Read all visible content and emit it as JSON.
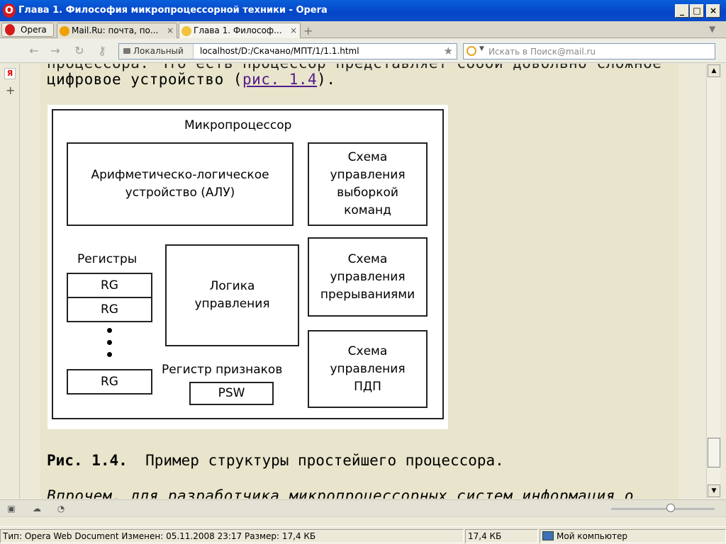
{
  "window": {
    "title": "Глава 1. Философия микропроцессорной техники - Opera",
    "controls": [
      "_",
      "□",
      "×"
    ]
  },
  "tabs": {
    "menu_label": "Opera",
    "items": [
      {
        "label": "Mail.Ru: почта, по...",
        "close": "×",
        "icon_color": "#f0a100"
      },
      {
        "label": "Глава 1. Философ...",
        "close": "×",
        "icon_color": "#f2c23a"
      }
    ],
    "new_tab": "+"
  },
  "address": {
    "security_label": "Локальный",
    "url": "localhost/D:/Скачано/МПТ/1/1.1.html",
    "search_placeholder": "Искать в Поиск@mail.ru"
  },
  "page": {
    "para_top": "процессора. Что есть процессор представляет собой довольно сложное",
    "para_line2_prefix": "цифровое устройство (",
    "para_link": "рис. 1.4",
    "para_line2_suffix": ").",
    "caption_label": "Рис. 1.4.",
    "caption_text": "Пример структуры простейшего процессора.",
    "para_bottom": "Впрочем, для разработчика микропроцессорных систем информация о"
  },
  "diagram": {
    "title": "Микропроцессор",
    "alu": [
      "Арифметическо-логическое",
      "устройство (АЛУ)"
    ],
    "fetch": [
      "Схема",
      "управления",
      "выборкой",
      "команд"
    ],
    "registers_label": "Регистры",
    "rg": "RG",
    "logic": [
      "Логика",
      "управления"
    ],
    "interrupts": [
      "Схема",
      "управления",
      "прерываниями"
    ],
    "flags_label": "Регистр признаков",
    "psw": "PSW",
    "dma": [
      "Схема",
      "управления",
      "ПДП"
    ]
  },
  "status": {
    "left": "Тип: Opera Web Document Изменен: 05.11.2008 23:17 Размер: 17,4 КБ",
    "size": "17,4 КБ",
    "zone": "Мой компьютер"
  }
}
